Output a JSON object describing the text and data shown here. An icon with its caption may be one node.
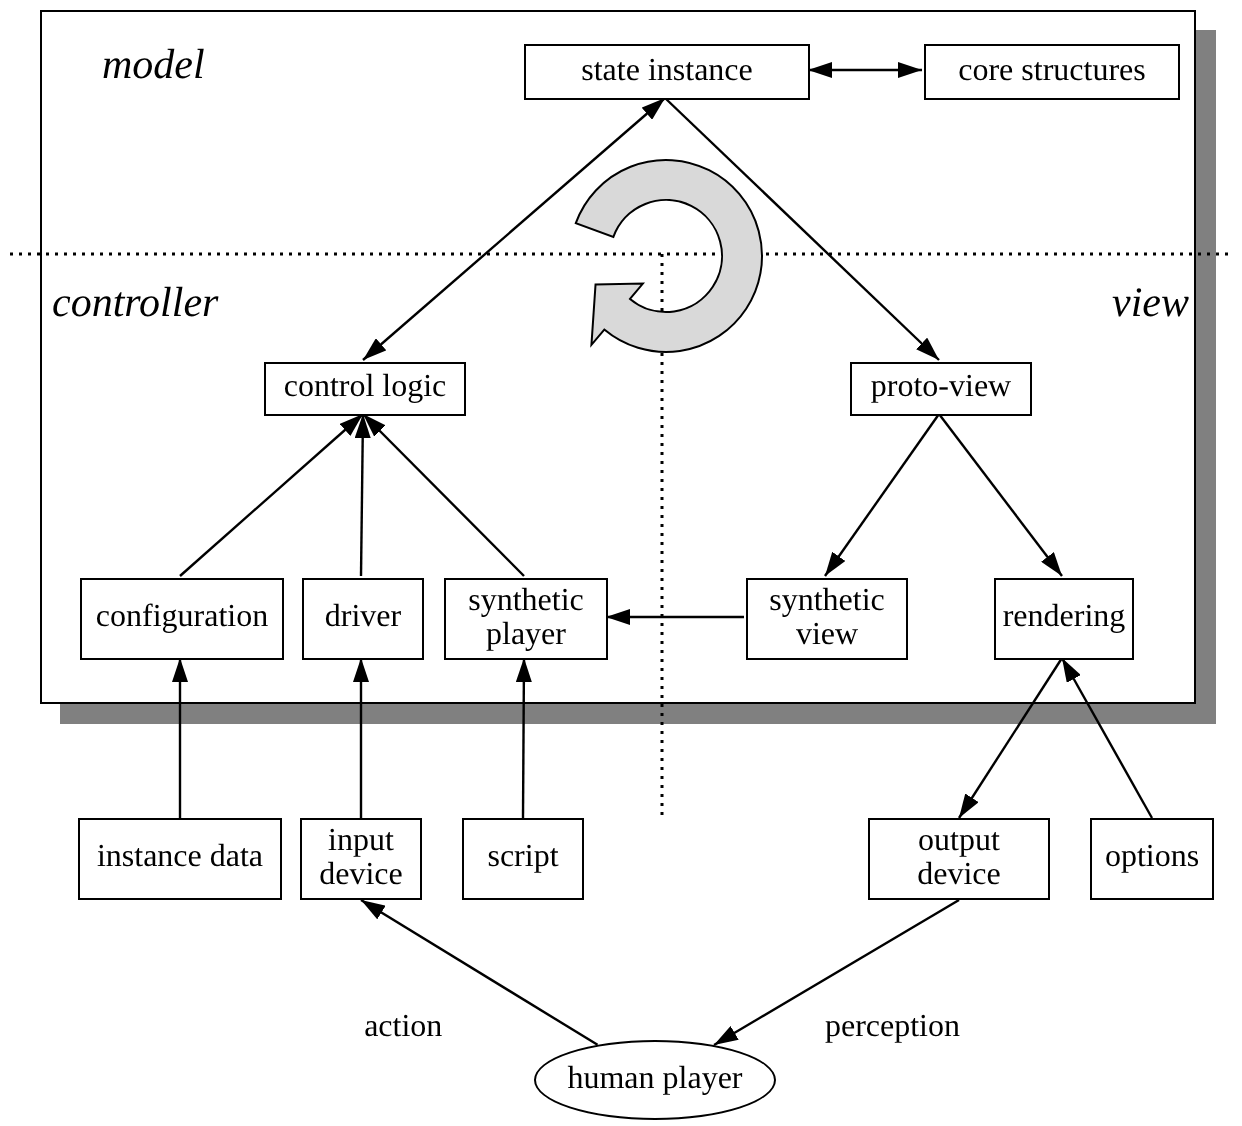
{
  "diagram": {
    "nodes": [
      {
        "text": [
          "model",
          "controller",
          "view"
        ]
      },
      {
        "text": [
          "state instance"
        ],
        "in": 0
      },
      {
        "text": [
          "core structures"
        ],
        "in": 0
      },
      {
        "text": [
          "control logic"
        ],
        "in": 0
      },
      {
        "text": [
          "proto-view"
        ],
        "in": 0
      },
      {
        "text": [
          "configuration"
        ],
        "in": 0
      },
      {
        "text": [
          "driver"
        ],
        "in": 0
      },
      {
        "text": [
          "synthetic player"
        ],
        "in": 0
      },
      {
        "text": [
          "synthetic view"
        ],
        "in": 0
      },
      {
        "text": [
          "rendering"
        ],
        "in": 0
      },
      {
        "text": [
          "instance data"
        ]
      },
      {
        "text": [
          "input device"
        ]
      },
      {
        "text": [
          "script"
        ]
      },
      {
        "text": [
          "output device"
        ]
      },
      {
        "text": [
          "options"
        ]
      },
      {
        "text": [
          "human player"
        ]
      }
    ],
    "edges": [
      {
        "from": 1,
        "to": 2,
        "arrow": "both"
      },
      {
        "from": 1,
        "to": 3,
        "arrow": "both"
      },
      {
        "from": 1,
        "to": 4,
        "arrow": "to"
      },
      {
        "from": 5,
        "to": 3,
        "arrow": "to"
      },
      {
        "from": 6,
        "to": 3,
        "arrow": "to"
      },
      {
        "from": 7,
        "to": 3,
        "arrow": "to"
      },
      {
        "from": 4,
        "to": 8,
        "arrow": "to"
      },
      {
        "from": 4,
        "to": 9,
        "arrow": "to"
      },
      {
        "from": 8,
        "to": 7,
        "arrow": "to"
      },
      {
        "from": 10,
        "to": 5,
        "arrow": "to"
      },
      {
        "from": 11,
        "to": 6,
        "arrow": "to"
      },
      {
        "from": 12,
        "to": 7,
        "arrow": "to"
      },
      {
        "from": 9,
        "to": 13,
        "arrow": "to"
      },
      {
        "from": 14,
        "to": 9,
        "arrow": "to"
      },
      {
        "from": 15,
        "to": 11,
        "arrow": "to",
        "label": "action"
      },
      {
        "from": 13,
        "to": 15,
        "arrow": "to",
        "label": "perception"
      }
    ]
  }
}
